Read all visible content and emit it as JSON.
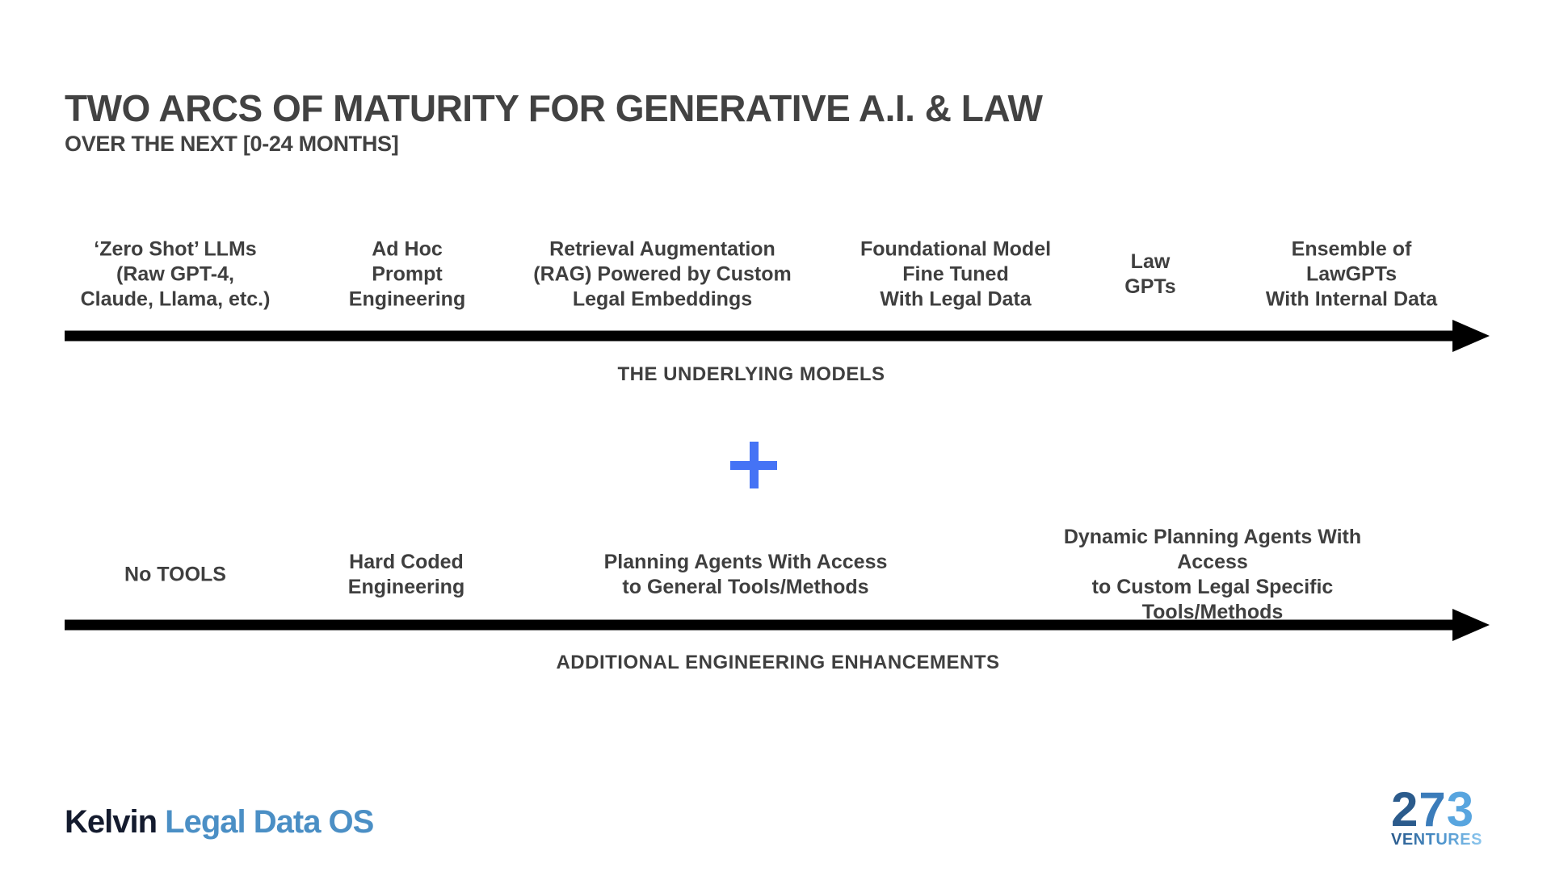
{
  "header": {
    "title": "TWO ARCS OF MATURITY FOR GENERATIVE A.I. & LAW",
    "subtitle": "OVER THE NEXT [0-24 MONTHS]"
  },
  "models_arc": {
    "caption": "THE UNDERLYING MODELS",
    "stages": [
      "‘Zero Shot’ LLMs\n(Raw GPT-4,\nClaude, Llama, etc.)",
      "Ad Hoc\nPrompt\nEngineering",
      "Retrieval Augmentation\n(RAG) Powered by Custom\nLegal Embeddings",
      "Foundational Model\nFine Tuned\nWith Legal Data",
      "Law\nGPTs",
      "Ensemble of LawGPTs\nWith Internal Data"
    ]
  },
  "plus": {
    "symbol": "+",
    "color": "#4573f5"
  },
  "engineering_arc": {
    "caption": "ADDITIONAL ENGINEERING ENHANCEMENTS",
    "stages": [
      "No TOOLS",
      "Hard Coded\nEngineering",
      "Planning Agents With Access\nto General Tools/Methods",
      "Dynamic Planning Agents With Access\nto Custom Legal Specific Tools/Methods"
    ]
  },
  "footer": {
    "kelvin_logo": {
      "word1": "Kelvin",
      "word2": " Legal Data OS",
      "word1_color": "#141b2e",
      "word2_color": "#4b8fc5"
    },
    "ventures_logo": {
      "digit1": "2",
      "digit2": "7",
      "digit3": "3",
      "name": "VENTURES",
      "color_dark": "#2a5a8c",
      "color_mid": "#3b7cba",
      "color_light": "#8ec8ef"
    }
  },
  "colors": {
    "text": "#3f3f3f",
    "title": "#424242",
    "arrow": "#000000",
    "accent_plus": "#4573f5"
  }
}
